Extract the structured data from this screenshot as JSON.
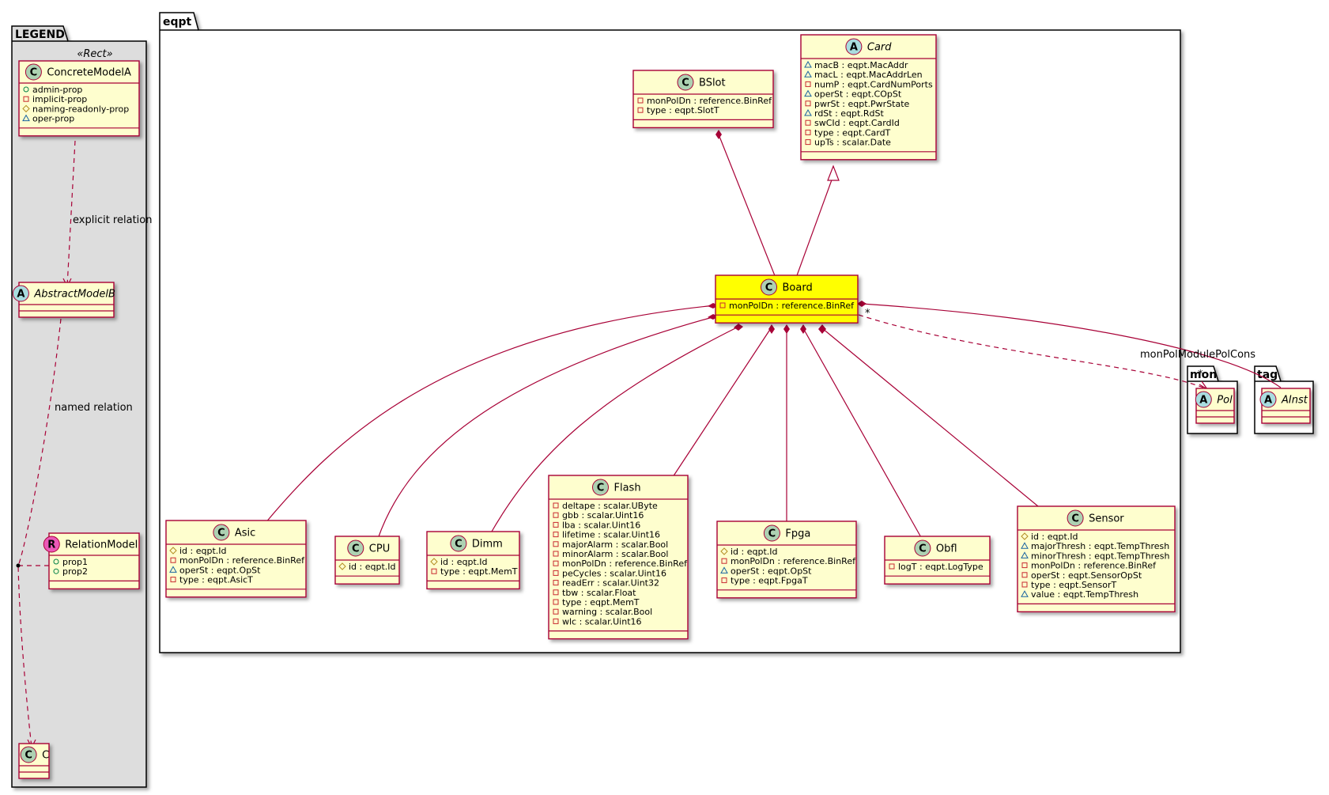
{
  "packages": {
    "legend": "LEGEND",
    "eqpt": "eqpt",
    "mon": "mon",
    "tag": "tag"
  },
  "legend": {
    "stereotype": "«Rect»",
    "concrete": {
      "name": "ConcreteModelA",
      "attrs": [
        {
          "vis": "+",
          "text": "admin-prop"
        },
        {
          "vis": "-",
          "text": "implicit-prop"
        },
        {
          "vis": "#",
          "text": "naming-readonly-prop"
        },
        {
          "vis": "~",
          "text": "oper-prop"
        }
      ]
    },
    "abstract": {
      "name": "AbstractModelB"
    },
    "relation": {
      "name": "RelationModel",
      "attrs": [
        {
          "vis": "+",
          "text": "prop1"
        },
        {
          "vis": "+",
          "text": "prop2"
        }
      ]
    },
    "c": {
      "name": "C"
    },
    "explicit_label": "explicit relation",
    "named_label": "named relation"
  },
  "classes": {
    "bslot": {
      "name": "BSlot",
      "attrs": [
        {
          "vis": "-",
          "text": "monPolDn : reference.BinRef"
        },
        {
          "vis": "-",
          "text": "type : eqpt.SlotT"
        }
      ]
    },
    "card": {
      "name": "Card",
      "attrs": [
        {
          "vis": "~",
          "text": "macB : eqpt.MacAddr"
        },
        {
          "vis": "~",
          "text": "macL : eqpt.MacAddrLen"
        },
        {
          "vis": "-",
          "text": "numP : eqpt.CardNumPorts"
        },
        {
          "vis": "~",
          "text": "operSt : eqpt.COpSt"
        },
        {
          "vis": "-",
          "text": "pwrSt : eqpt.PwrState"
        },
        {
          "vis": "~",
          "text": "rdSt : eqpt.RdSt"
        },
        {
          "vis": "-",
          "text": "swCId : eqpt.CardId"
        },
        {
          "vis": "-",
          "text": "type : eqpt.CardT"
        },
        {
          "vis": "-",
          "text": "upTs : scalar.Date"
        }
      ]
    },
    "board": {
      "name": "Board",
      "attrs": [
        {
          "vis": "-",
          "text": "monPolDn : reference.BinRef"
        }
      ]
    },
    "asic": {
      "name": "Asic",
      "attrs": [
        {
          "vis": "#",
          "text": "id : eqpt.Id"
        },
        {
          "vis": "-",
          "text": "monPolDn : reference.BinRef"
        },
        {
          "vis": "~",
          "text": "operSt : eqpt.OpSt"
        },
        {
          "vis": "-",
          "text": "type : eqpt.AsicT"
        }
      ]
    },
    "cpu": {
      "name": "CPU",
      "attrs": [
        {
          "vis": "#",
          "text": "id : eqpt.Id"
        }
      ]
    },
    "dimm": {
      "name": "Dimm",
      "attrs": [
        {
          "vis": "#",
          "text": "id : eqpt.Id"
        },
        {
          "vis": "-",
          "text": "type : eqpt.MemT"
        }
      ]
    },
    "flash": {
      "name": "Flash",
      "attrs": [
        {
          "vis": "-",
          "text": "deltape : scalar.UByte"
        },
        {
          "vis": "-",
          "text": "gbb : scalar.Uint16"
        },
        {
          "vis": "-",
          "text": "lba : scalar.Uint16"
        },
        {
          "vis": "-",
          "text": "lifetime : scalar.Uint16"
        },
        {
          "vis": "-",
          "text": "majorAlarm : scalar.Bool"
        },
        {
          "vis": "-",
          "text": "minorAlarm : scalar.Bool"
        },
        {
          "vis": "-",
          "text": "monPolDn : reference.BinRef"
        },
        {
          "vis": "-",
          "text": "peCycles : scalar.Uint16"
        },
        {
          "vis": "-",
          "text": "readErr : scalar.Uint32"
        },
        {
          "vis": "-",
          "text": "tbw : scalar.Float"
        },
        {
          "vis": "-",
          "text": "type : eqpt.MemT"
        },
        {
          "vis": "-",
          "text": "warning : scalar.Bool"
        },
        {
          "vis": "-",
          "text": "wlc : scalar.Uint16"
        }
      ]
    },
    "fpga": {
      "name": "Fpga",
      "attrs": [
        {
          "vis": "#",
          "text": "id : eqpt.Id"
        },
        {
          "vis": "-",
          "text": "monPolDn : reference.BinRef"
        },
        {
          "vis": "~",
          "text": "operSt : eqpt.OpSt"
        },
        {
          "vis": "-",
          "text": "type : eqpt.FpgaT"
        }
      ]
    },
    "obfl": {
      "name": "Obfl",
      "attrs": [
        {
          "vis": "-",
          "text": "logT : eqpt.LogType"
        }
      ]
    },
    "sensor": {
      "name": "Sensor",
      "attrs": [
        {
          "vis": "#",
          "text": "id : eqpt.Id"
        },
        {
          "vis": "~",
          "text": "majorThresh : eqpt.TempThresh"
        },
        {
          "vis": "~",
          "text": "minorThresh : eqpt.TempThresh"
        },
        {
          "vis": "-",
          "text": "monPolDn : reference.BinRef"
        },
        {
          "vis": "-",
          "text": "operSt : eqpt.SensorOpSt"
        },
        {
          "vis": "-",
          "text": "type : eqpt.SensorT"
        },
        {
          "vis": "~",
          "text": "value : eqpt.TempThresh"
        }
      ]
    },
    "pol": {
      "name": "Pol"
    },
    "ainst": {
      "name": "AInst"
    }
  },
  "relations": {
    "mon_label": "monPolModulePolCons",
    "star1": "*",
    "star2": "*"
  },
  "colors": {
    "class_fill": "#FEFECE",
    "class_border": "#A80036",
    "board_fill": "#FFFF00",
    "legend_bg": "#DDDDDD",
    "circle_c": "#ADD1B2",
    "circle_a": "#A9DCDF",
    "circle_r": "#EB59B8",
    "edge": "#A80036"
  }
}
